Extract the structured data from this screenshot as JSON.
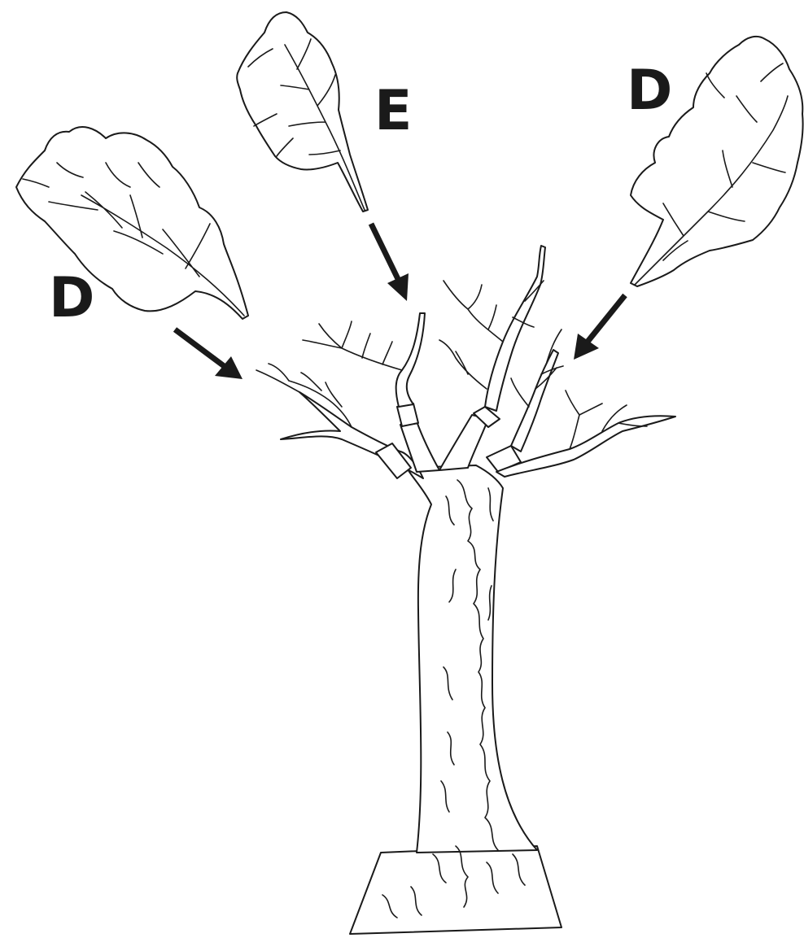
{
  "labels": {
    "left_cutting": "D",
    "middle_cutting": "E",
    "right_cutting": "D"
  },
  "colors": {
    "ink": "#1a1a1a",
    "background": "#ffffff"
  }
}
